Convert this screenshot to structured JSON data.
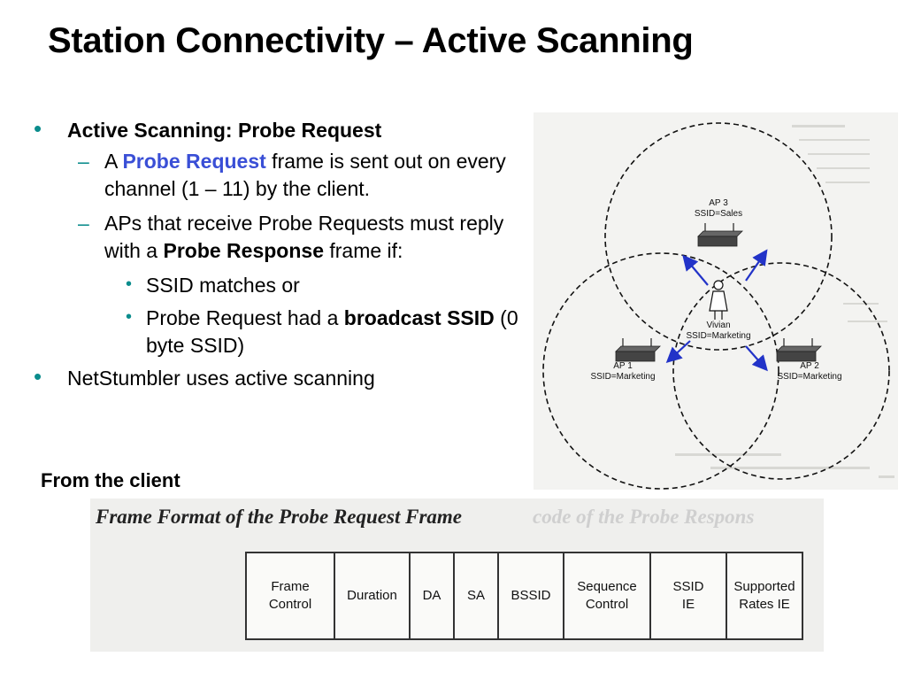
{
  "slide": {
    "title": "Station Connectivity – Active Scanning"
  },
  "bullets": {
    "b1": "Active Scanning: Probe Request",
    "s1_pre": "A ",
    "s1_emph": "Probe Request",
    "s1_post": " frame is sent out on every channel (1 – 11) by the client.",
    "s2_pre": "APs that receive Probe Requests must reply with a ",
    "s2_bold": "Probe Response",
    "s2_post": " frame if:",
    "t1": "SSID matches or",
    "t2_pre": "Probe Request had a ",
    "t2_bold": "broadcast SSID",
    "t2_post": " (0 byte SSID)",
    "b2": "NetStumbler uses active scanning"
  },
  "caption": "From the client",
  "diagram": {
    "ap3_name": "AP 3",
    "ap3_ssid": "SSID=Sales",
    "ap1_name": "AP 1",
    "ap1_ssid": "SSID=Marketing",
    "ap2_name": "AP 2",
    "ap2_ssid": "SSID=Marketing",
    "client_name": "Vivian",
    "client_ssid": "SSID=Marketing"
  },
  "frame_format": {
    "title": "Frame Format of the Probe Request Frame",
    "ghost_text": "code of the Probe Respons",
    "fields": [
      [
        "Frame",
        "Control"
      ],
      [
        "Duration"
      ],
      [
        "DA"
      ],
      [
        "SA"
      ],
      [
        "BSSID"
      ],
      [
        "Sequence",
        "Control"
      ],
      [
        "SSID",
        "IE"
      ],
      [
        "Supported",
        "Rates IE"
      ]
    ]
  },
  "colors": {
    "bullet_accent": "#0a8c8c",
    "emphasis_blue": "#3a4fd6",
    "arrow_blue": "#2233c8"
  }
}
